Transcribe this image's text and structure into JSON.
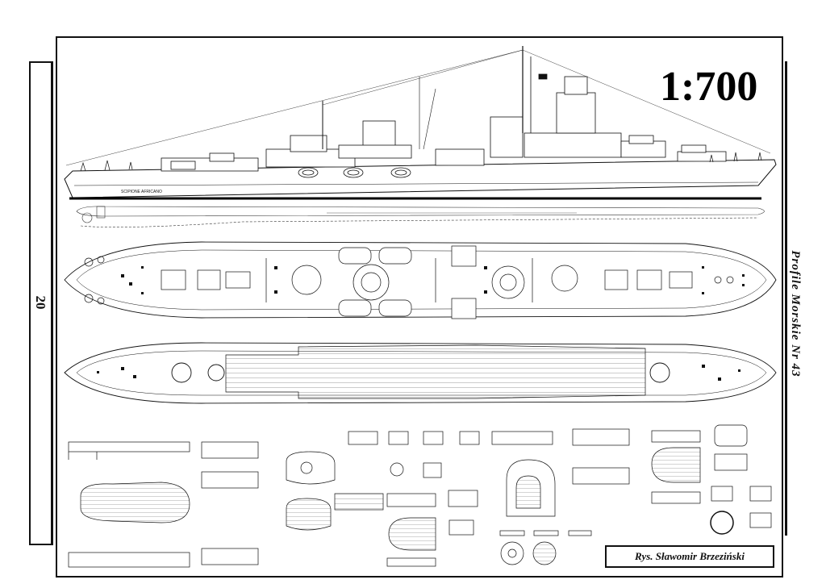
{
  "page": {
    "number": "20",
    "journal": "Profile Morskie Nr 43",
    "scale": "1:700",
    "credit": "Rys. Sławomir Brzeziński"
  },
  "ship": {
    "hull_name": "SCIPIONE AFRICANO"
  },
  "views": [
    "side-profile",
    "underwater-hull-profile",
    "top-plan-deck",
    "lower-deck-plan",
    "detail-parts"
  ],
  "colors": {
    "ink": "#111111",
    "paper": "#ffffff",
    "hatch": "#555555"
  }
}
